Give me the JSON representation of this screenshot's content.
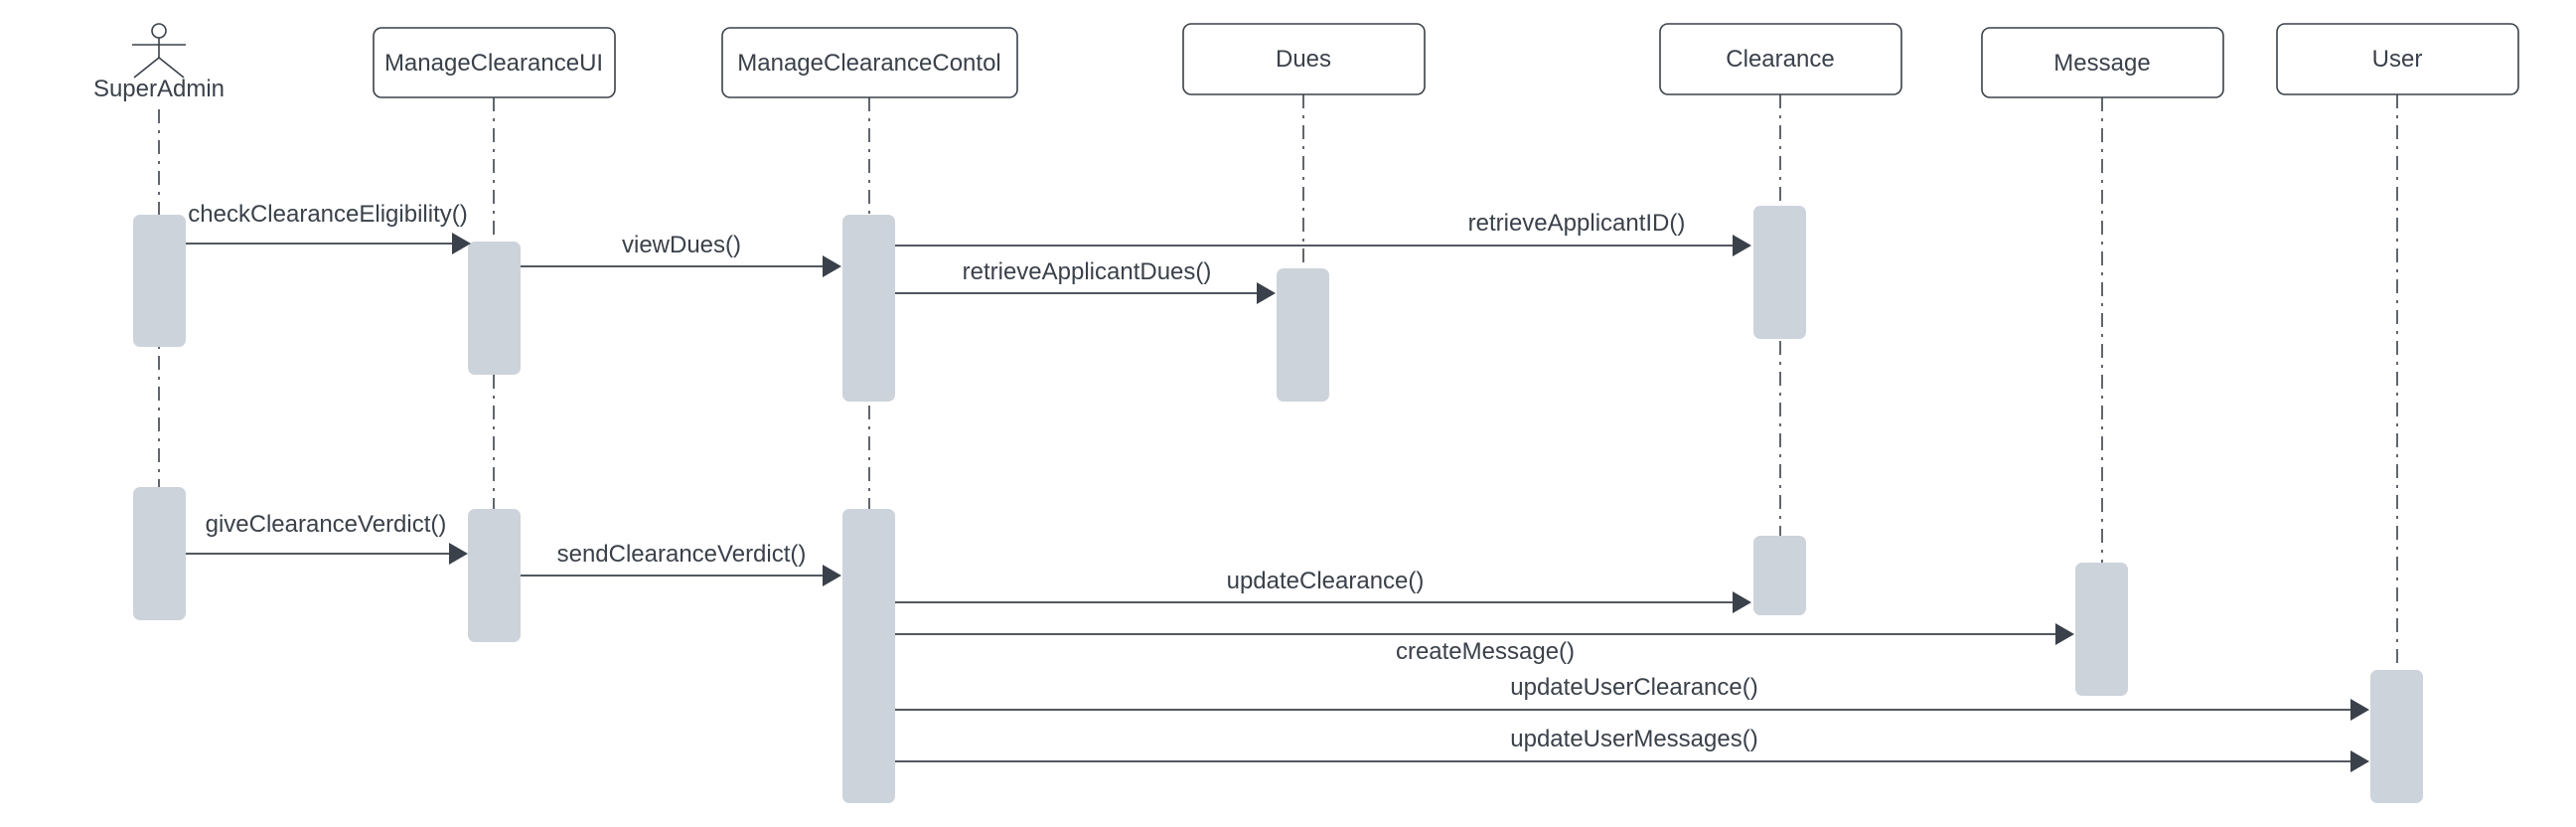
{
  "diagram": {
    "participants": [
      {
        "id": "superadmin",
        "label": "SuperAdmin",
        "kind": "actor"
      },
      {
        "id": "ui",
        "label": "ManageClearanceUI",
        "kind": "box"
      },
      {
        "id": "control",
        "label": "ManageClearanceContol",
        "kind": "box"
      },
      {
        "id": "dues",
        "label": "Dues",
        "kind": "box"
      },
      {
        "id": "clearance",
        "label": "Clearance",
        "kind": "box"
      },
      {
        "id": "message",
        "label": "Message",
        "kind": "box"
      },
      {
        "id": "user",
        "label": "User",
        "kind": "box"
      }
    ],
    "messages": [
      {
        "id": "m1",
        "from": "superadmin",
        "to": "ui",
        "label": "checkClearanceEligibility()",
        "label_side": "above"
      },
      {
        "id": "m2",
        "from": "ui",
        "to": "control",
        "label": "viewDues()",
        "label_side": "above"
      },
      {
        "id": "m3",
        "from": "control",
        "to": "clearance",
        "label": "retrieveApplicantID()",
        "label_side": "above"
      },
      {
        "id": "m4",
        "from": "control",
        "to": "dues",
        "label": "retrieveApplicantDues()",
        "label_side": "above"
      },
      {
        "id": "m5",
        "from": "superadmin",
        "to": "ui",
        "label": "giveClearanceVerdict()",
        "label_side": "above"
      },
      {
        "id": "m6",
        "from": "ui",
        "to": "control",
        "label": "sendClearanceVerdict()",
        "label_side": "above"
      },
      {
        "id": "m7",
        "from": "control",
        "to": "clearance",
        "label": "updateClearance()",
        "label_side": "above"
      },
      {
        "id": "m8",
        "from": "control",
        "to": "message",
        "label": "createMessage()",
        "label_side": "below"
      },
      {
        "id": "m9",
        "from": "control",
        "to": "user",
        "label": "updateUserClearance()",
        "label_side": "above"
      },
      {
        "id": "m10",
        "from": "control",
        "to": "user",
        "label": "updateUserMessages()",
        "label_side": "above"
      }
    ]
  }
}
